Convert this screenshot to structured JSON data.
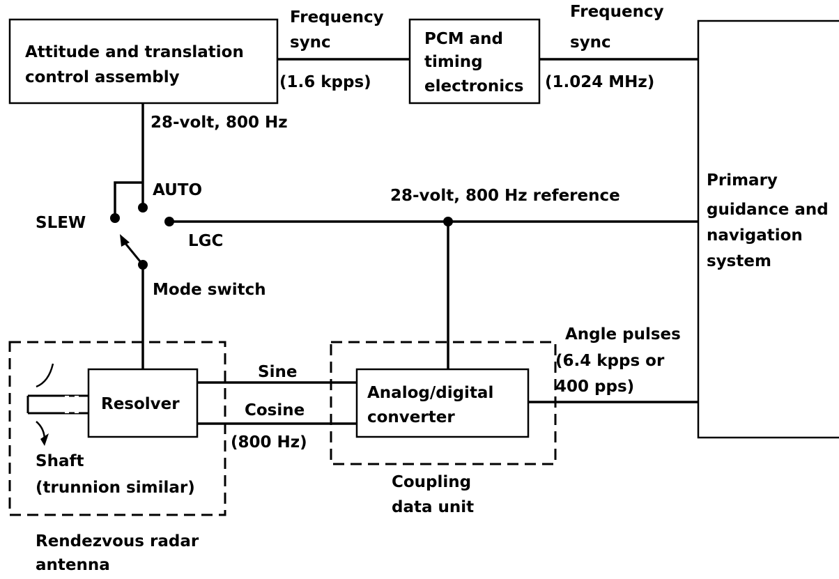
{
  "blocks": {
    "atca": [
      "Attitude and translation",
      "control assembly"
    ],
    "pcm": [
      "PCM and",
      "timing",
      "electronics"
    ],
    "pgns": [
      "Primary",
      "guidance and",
      "navigation",
      "system"
    ],
    "resolver": "Resolver",
    "adc": [
      "Analog/digital",
      "converter"
    ]
  },
  "signals": {
    "freq_sync_1": [
      "Frequency",
      "sync"
    ],
    "freq_sync_1_rate": "(1.6 kpps)",
    "freq_sync_2": [
      "Frequency",
      "sync"
    ],
    "freq_sync_2_rate": "(1.024 MHz)",
    "power": "28-volt, 800 Hz",
    "reference": "28-volt, 800 Hz reference",
    "sine": "Sine",
    "cosine": "Cosine",
    "resolver_freq": "(800 Hz)",
    "angle_pulses": [
      "Angle pulses",
      "(6.4 kpps or",
      "400 pps)"
    ]
  },
  "switch": {
    "auto": "AUTO",
    "slew": "SLEW",
    "lgc": "LGC",
    "caption": "Mode switch"
  },
  "groups": {
    "antenna_shaft": [
      "Shaft",
      "(trunnion similar)"
    ],
    "antenna": [
      "Rendezvous radar",
      "antenna"
    ],
    "cdu": [
      "Coupling",
      "data unit"
    ]
  }
}
